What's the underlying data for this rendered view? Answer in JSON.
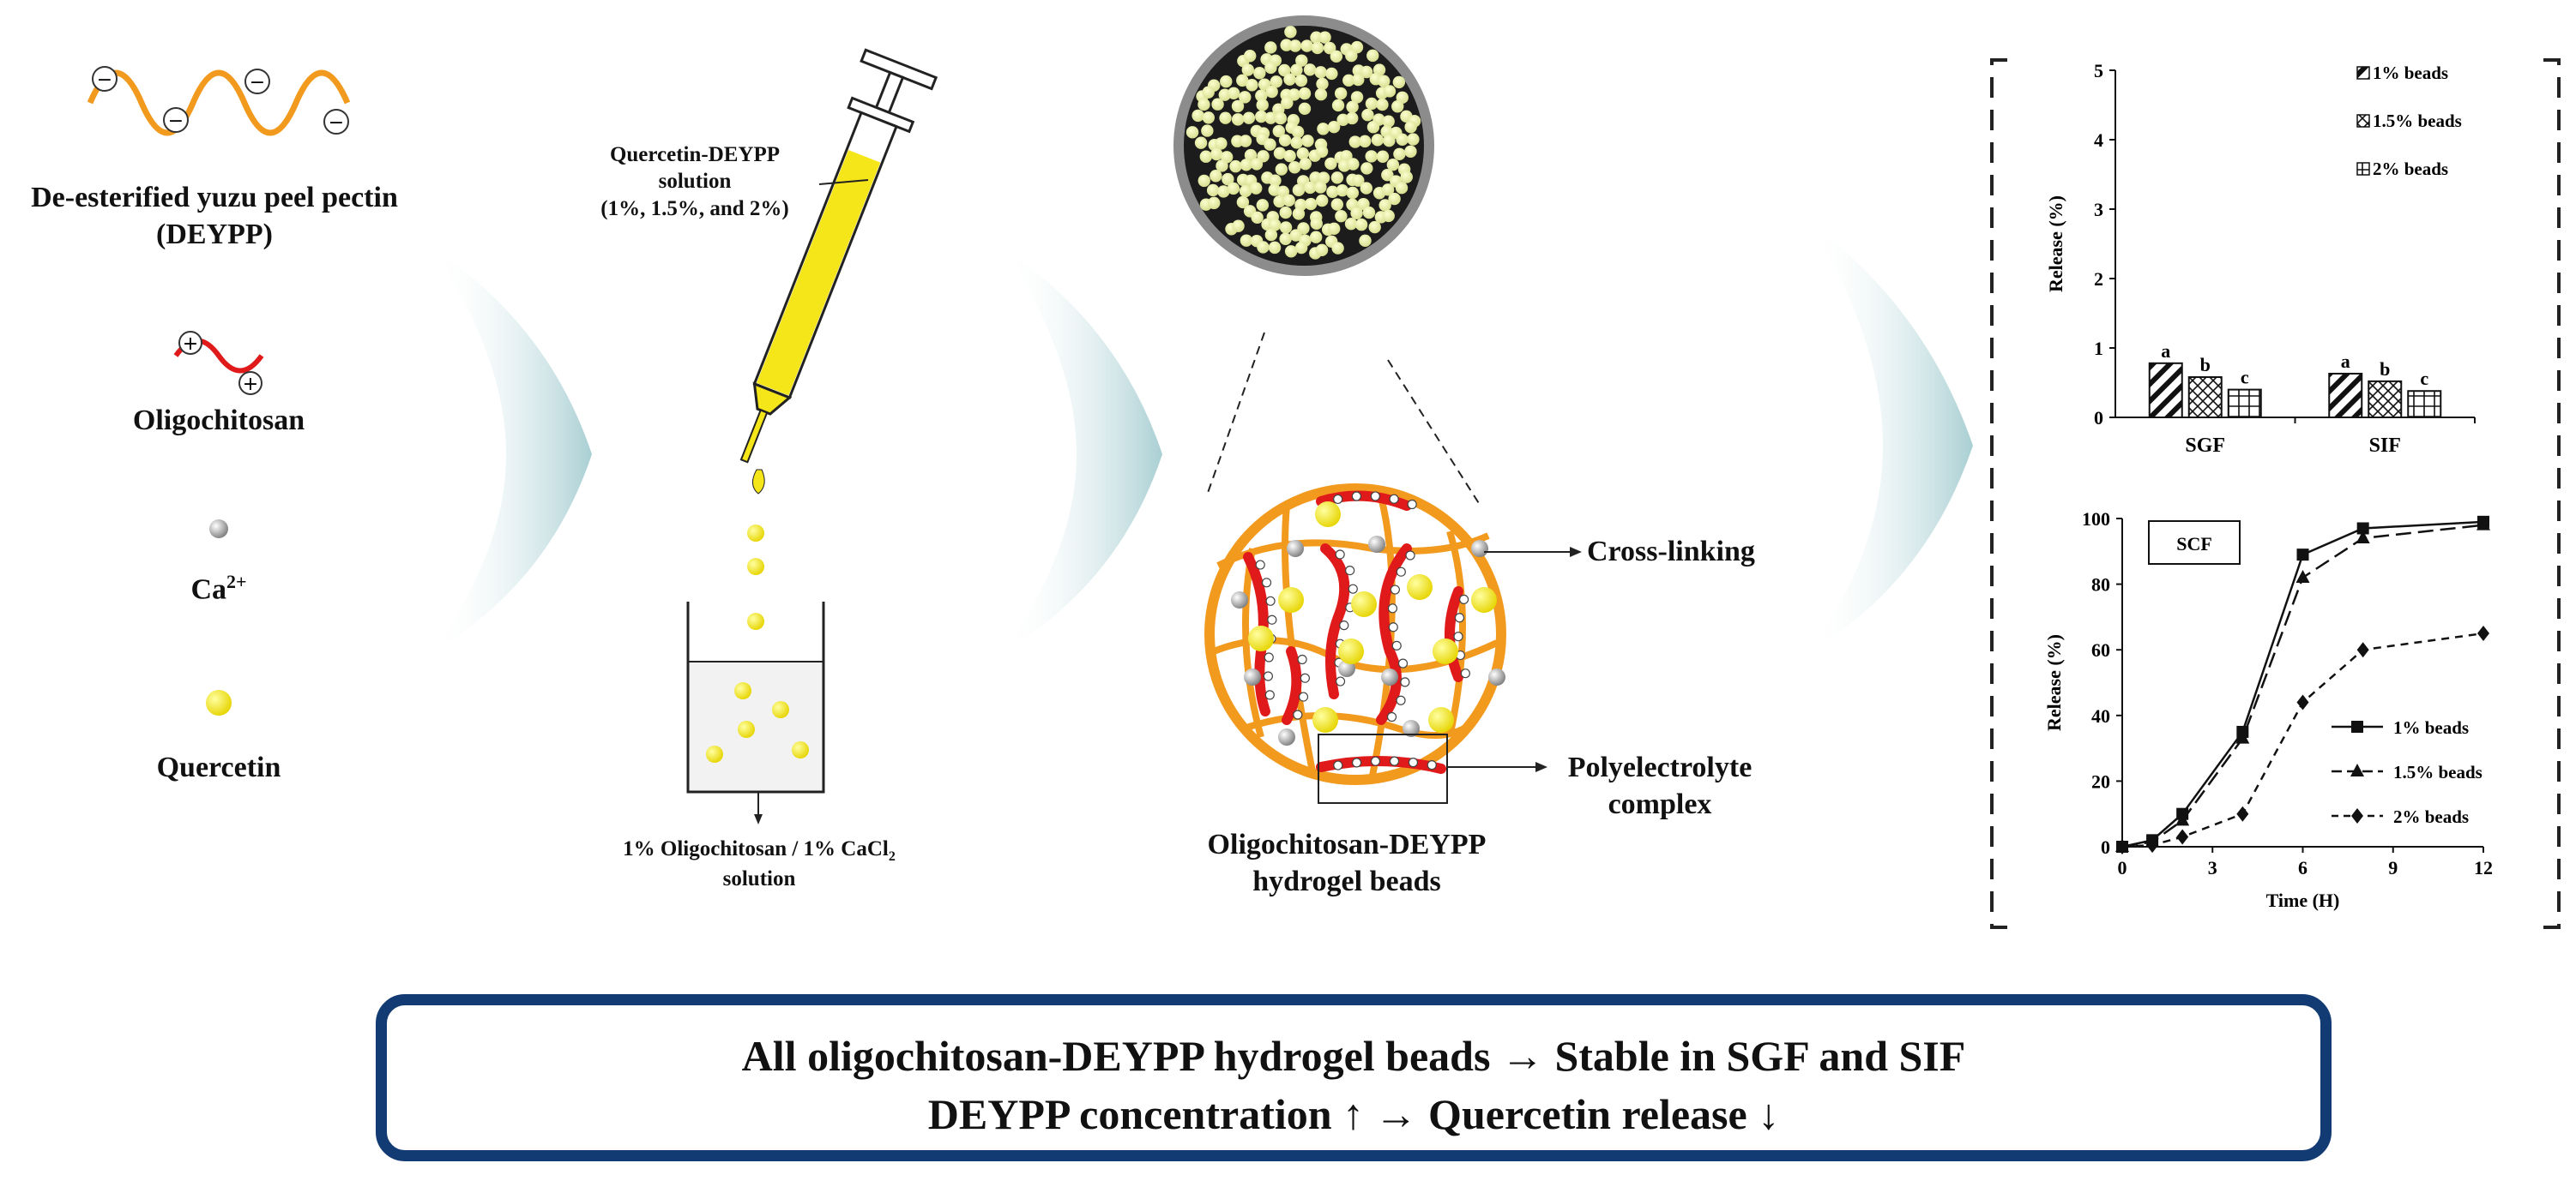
{
  "legend": {
    "deypp": "De-esterified yuzu peel pectin",
    "deypp_abbr": "(DEYPP)",
    "oligochitosan": "Oligochitosan",
    "calcium": "Ca",
    "calcium_sup": "2+",
    "quercetin": "Quercetin"
  },
  "syringe": {
    "label_1": "Quercetin-DEYPP",
    "label_2": "solution",
    "label_3": "(1%, 1.5%, and 2%)",
    "beaker_1": "1% Oligochitosan  / 1% CaCl",
    "beaker_sub": "2",
    "beaker_2": "solution"
  },
  "beads": {
    "cross_linking": "Cross-linking",
    "polyelectrolyte_1": "Polyelectrolyte",
    "polyelectrolyte_2": "complex",
    "caption_1": "Oligochitosan-DEYPP",
    "caption_2": "hydrogel beads"
  },
  "summary": {
    "line1": "All oligochitosan-DEYPP hydrogel beads → Stable in SGF and SIF",
    "line2": "DEYPP concentration ↑ → Quercetin release  ↓"
  },
  "colors": {
    "pectin": "#f29a1e",
    "chitosan": "#e01a1a",
    "quercetin": "#f5e61a",
    "border": "#123a73",
    "arrow": "#a9cfd3"
  },
  "chart_data": [
    {
      "type": "bar",
      "categories": [
        "SGF",
        "SIF"
      ],
      "series": [
        {
          "name": "1% beads",
          "values": [
            0.78,
            0.63
          ],
          "letters": [
            "a",
            "a"
          ]
        },
        {
          "name": "1.5% beads",
          "values": [
            0.58,
            0.52
          ],
          "letters": [
            "b",
            "b"
          ]
        },
        {
          "name": "2% beads",
          "values": [
            0.4,
            0.38
          ],
          "letters": [
            "c",
            "c"
          ]
        }
      ],
      "ylabel": "Release (%)",
      "ylim": [
        0,
        5
      ],
      "yticks": [
        "0",
        "1",
        "2",
        "3",
        "4",
        "5"
      ],
      "legend_placement": "top-right"
    },
    {
      "type": "line",
      "annotation": "SCF",
      "x": [
        0,
        1,
        2,
        4,
        6,
        8,
        12
      ],
      "series": [
        {
          "name": "1% beads",
          "values": [
            0,
            2,
            10,
            35,
            89,
            97,
            99
          ]
        },
        {
          "name": "1.5% beads",
          "values": [
            0,
            1.5,
            8,
            33,
            82,
            94,
            98
          ]
        },
        {
          "name": "2% beads",
          "values": [
            0,
            0.5,
            3,
            10,
            44,
            60,
            65
          ]
        }
      ],
      "xlabel": "Time (H)",
      "ylabel": "Release (%)",
      "xlim": [
        0,
        12
      ],
      "ylim": [
        0,
        100
      ],
      "xticks": [
        "0",
        "3",
        "6",
        "9",
        "12"
      ],
      "yticks": [
        "0",
        "20",
        "40",
        "60",
        "80",
        "100"
      ],
      "legend_placement": "bottom-right"
    }
  ]
}
